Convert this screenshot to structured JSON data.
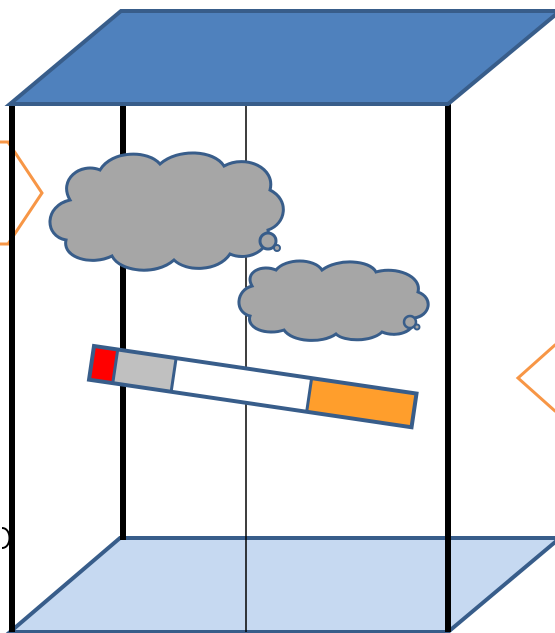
{
  "scene": {
    "description_items": [
      "box-top-face",
      "box-bottom-face",
      "smoke-cloud-large",
      "smoke-cloud-small",
      "cigarette",
      "arrow-left",
      "arrow-right"
    ]
  },
  "colors": {
    "top_face_fill": "#4F81BD",
    "top_face_stroke": "#385D8A",
    "bottom_face_fill": "#C6D9F1",
    "bottom_face_stroke": "#385D8A",
    "edge": "#000000",
    "cloud_fill": "#A6A6A6",
    "cloud_stroke": "#385D8A",
    "cigarette_tip": "#FF0000",
    "cigarette_ash": "#C0C0C0",
    "cigarette_paper": "#FFFFFF",
    "cigarette_filter": "#FF9E2C",
    "cigarette_outline": "#385D8A",
    "arrow_stroke": "#F79646",
    "arrow_fill": "#FFFFFF"
  }
}
